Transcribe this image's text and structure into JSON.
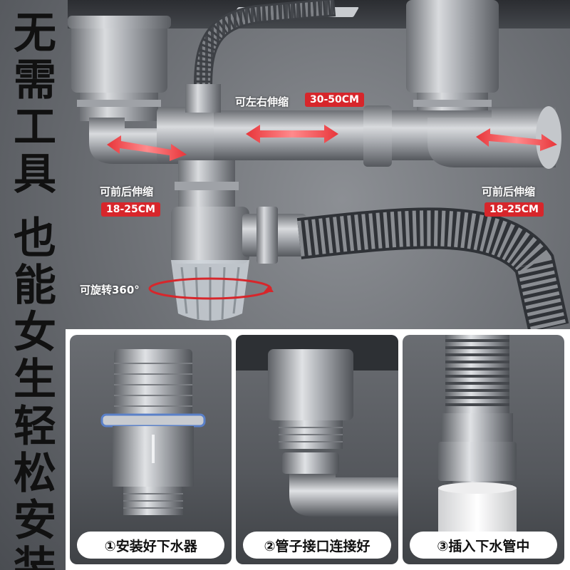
{
  "side_title": {
    "line1": [
      "无",
      "需",
      "工",
      "具"
    ],
    "line2": [
      "也",
      "能",
      "女",
      "生",
      "轻",
      "松",
      "安",
      "装"
    ]
  },
  "callouts": {
    "top_text": "可左右伸缩",
    "top_badge": "30-50CM",
    "left_text": "可前后伸缩",
    "left_badge": "18-25CM",
    "right_text": "可前后伸缩",
    "right_badge": "18-25CM",
    "rotate_text": "可旋转360°"
  },
  "steps": [
    {
      "label": "①安装好下水器"
    },
    {
      "label": "②管子接口连接好"
    },
    {
      "label": "③插入下水管中"
    }
  ],
  "colors": {
    "accent_red": "#d7262b",
    "pipe_steel": "#b9bcc1",
    "text_dark": "#111111"
  }
}
